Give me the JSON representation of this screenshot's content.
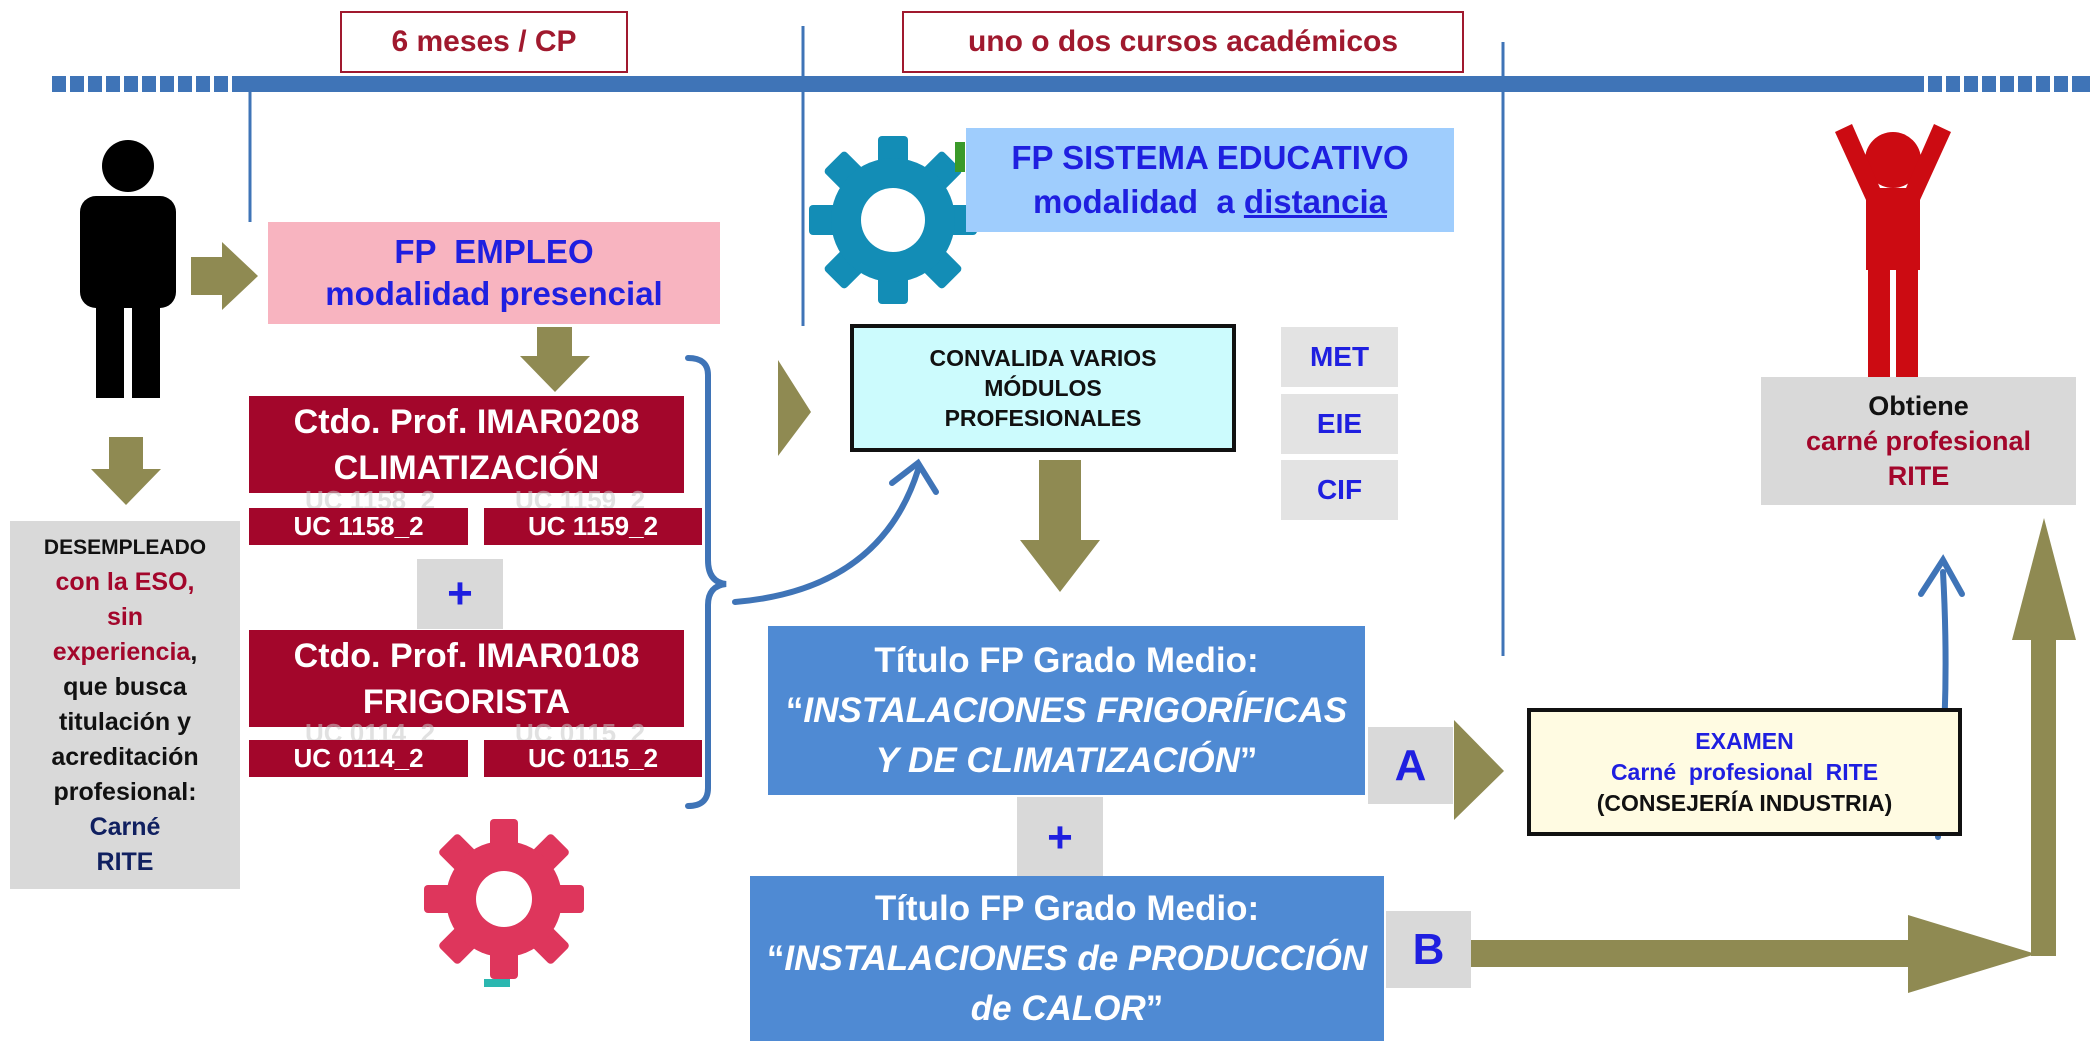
{
  "colors": {
    "timeline": "#3f74b7",
    "arrow_olive": "#8f8a52",
    "arrow_blue": "#3f74b7",
    "person_black": "#000000",
    "person_red": "#cc0b12",
    "gear_teal": "#138db6",
    "gear_pink": "#de365c",
    "dark_red": "#a3062b",
    "text_blue": "#1f1fe0"
  },
  "icons": {
    "person": "person-standing-icon",
    "person_success": "person-arms-raised-icon",
    "gear_blue": "gear-icon",
    "gear_red": "gear-icon"
  },
  "timeline": {
    "period_1": "6 meses / CP",
    "period_2": "uno o dos cursos académicos"
  },
  "fp_empleo": {
    "line1": "FP  EMPLEO",
    "line2": "modalidad presencial"
  },
  "fp_sistema": {
    "line1": "FP SISTEMA EDUCATIVO",
    "line2_prefix": "modalidad  a ",
    "line2_underlined": "distancia"
  },
  "certificados": [
    {
      "title_line1": "Ctdo. Prof. IMAR0208",
      "title_line2": "CLIMATIZACIÓN",
      "units": [
        "UC 1158_2",
        "UC 1159_2"
      ]
    },
    {
      "title_line1": "Ctdo. Prof. IMAR0108",
      "title_line2": "FRIGORISTA",
      "units": [
        "UC 0114_2",
        "UC 0115_2"
      ]
    }
  ],
  "plus_sign": "+",
  "convalida": {
    "line1": "CONVALIDA VARIOS",
    "line2": "MÓDULOS",
    "line3": "PROFESIONALES"
  },
  "modules": [
    "MET",
    "EIE",
    "CIF"
  ],
  "desempleado": {
    "line1": "DESEMPLEADO",
    "line2": "con la ESO,",
    "line3": "sin",
    "line4a": "experiencia",
    "line4b": ",",
    "line5": "que busca",
    "line6": "titulación y",
    "line7": "acreditación",
    "line8": "profesional:",
    "line9": "Carné",
    "line10": "RITE"
  },
  "titulo_a": {
    "line1": "Título FP Grado Medio:",
    "line2_open": "“",
    "line2_italic": "INSTALACIONES FRIGORÍFICAS",
    "line3_italic": "Y DE CLIMATIZACIÓN",
    "line3_close": "”"
  },
  "titulo_b": {
    "line1": "Título FP Grado Medio:",
    "line2_open": "“",
    "line2_italic": "INSTALACIONES de PRODUCCIÓN",
    "line3_italic": "de CALOR",
    "line3_close": "”"
  },
  "route_a": "A",
  "route_b": "B",
  "examen": {
    "line1": "EXAMEN",
    "line2": "Carné  profesional  RITE",
    "line3": "(CONSEJERÍA INDUSTRIA)"
  },
  "obtiene": {
    "line1": "Obtiene",
    "line2": "carné profesional",
    "line3": "RITE"
  }
}
